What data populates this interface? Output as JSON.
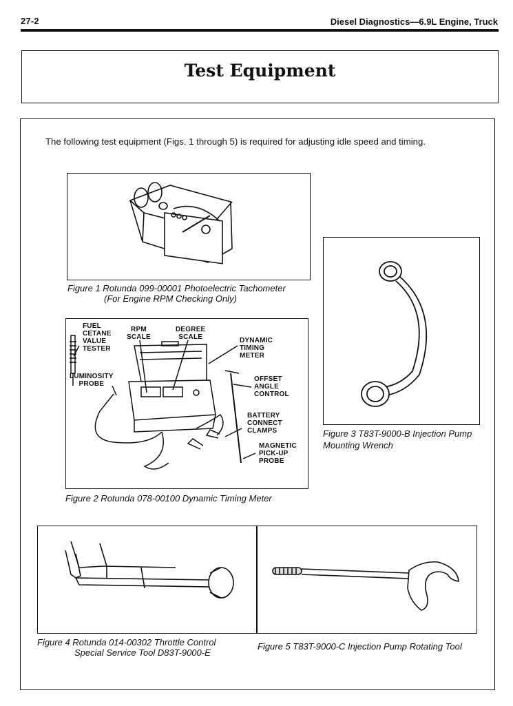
{
  "header": {
    "page_number": "27-2",
    "running_title": "Diesel Diagnostics—6.9L Engine, Truck"
  },
  "section": {
    "title": "Test Equipment"
  },
  "intro": "The following test equipment (Figs. 1 through 5) is required for adjusting idle speed and timing.",
  "figures": {
    "fig1": {
      "caption_line1": "Figure 1 Rotunda 099-00001 Photoelectric Tachometer",
      "caption_line2": "(For Engine RPM Checking Only)"
    },
    "fig2": {
      "caption": "Figure 2 Rotunda 078-00100 Dynamic Timing Meter",
      "labels": {
        "fuel_cetane": [
          "FUEL",
          "CETANE",
          "VALUE",
          "TESTER"
        ],
        "rpm_scale": [
          "RPM",
          "SCALE"
        ],
        "degree_scale": [
          "DEGREE",
          "SCALE"
        ],
        "dynamic_timing": [
          "DYNAMIC",
          "TIMING",
          "METER"
        ],
        "luminosity": [
          "LUMINOSITY",
          "PROBE"
        ],
        "offset_angle": [
          "OFFSET",
          "ANGLE",
          "CONTROL"
        ],
        "battery": [
          "BATTERY",
          "CONNECT",
          "CLAMPS"
        ],
        "magnetic": [
          "MAGNETIC",
          "PICK-UP",
          "PROBE"
        ]
      }
    },
    "fig3": {
      "caption_line1": "Figure 3 T83T-9000-B Injection Pump",
      "caption_line2": "Mounting Wrench"
    },
    "fig4": {
      "caption_line1": "Figure 4 Rotunda 014-00302 Throttle Control",
      "caption_line2": "Special Service Tool D83T-9000-E"
    },
    "fig5": {
      "caption": "Figure 5 T83T-9000-C Injection Pump Rotating Tool"
    }
  }
}
